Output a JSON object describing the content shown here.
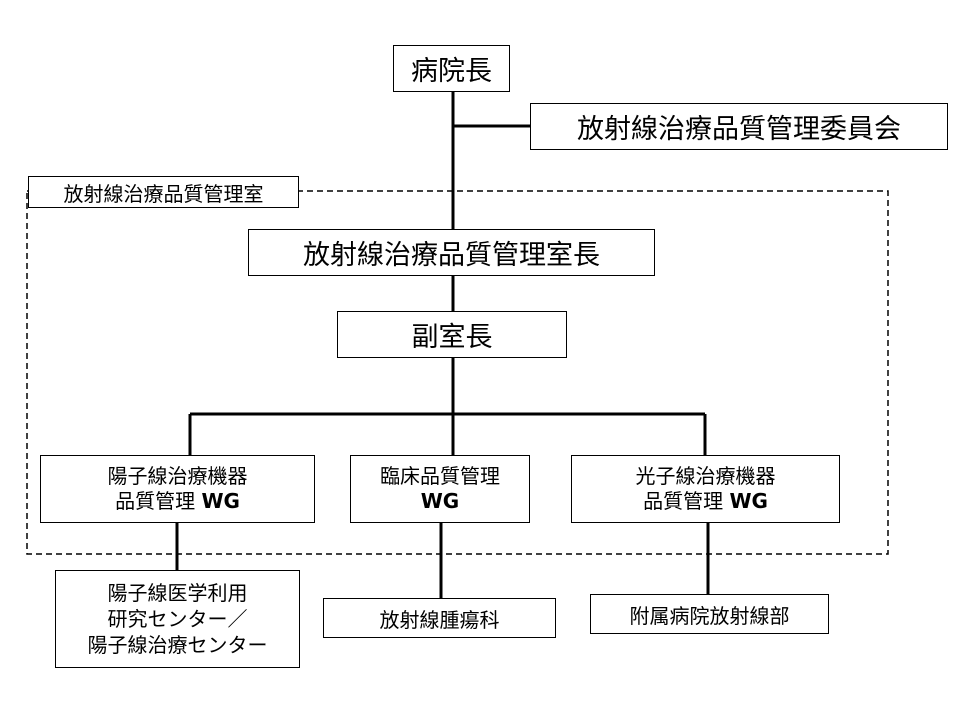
{
  "diagram": {
    "director": "病院長",
    "committee": "放射線治療品質管理委員会",
    "office": {
      "label": "放射線治療品質管理室",
      "head": "放射線治療品質管理室長",
      "deputy": "副室長"
    },
    "working_groups": [
      {
        "line1": "陽子線治療機器",
        "line2_text": "品質管理 ",
        "line2_wg": "WG"
      },
      {
        "line1": "臨床品質管理",
        "line2_text": "",
        "line2_wg": "WG"
      },
      {
        "line1": "光子線治療機器",
        "line2_text": "品質管理 ",
        "line2_wg": "WG"
      }
    ],
    "related_departments": {
      "proton_center": [
        "陽子線医学利用",
        "研究センター／",
        "陽子線治療センター"
      ],
      "radiation_oncology": "放射線腫瘍科",
      "hospital_radiology": "附属病院放射線部"
    }
  }
}
